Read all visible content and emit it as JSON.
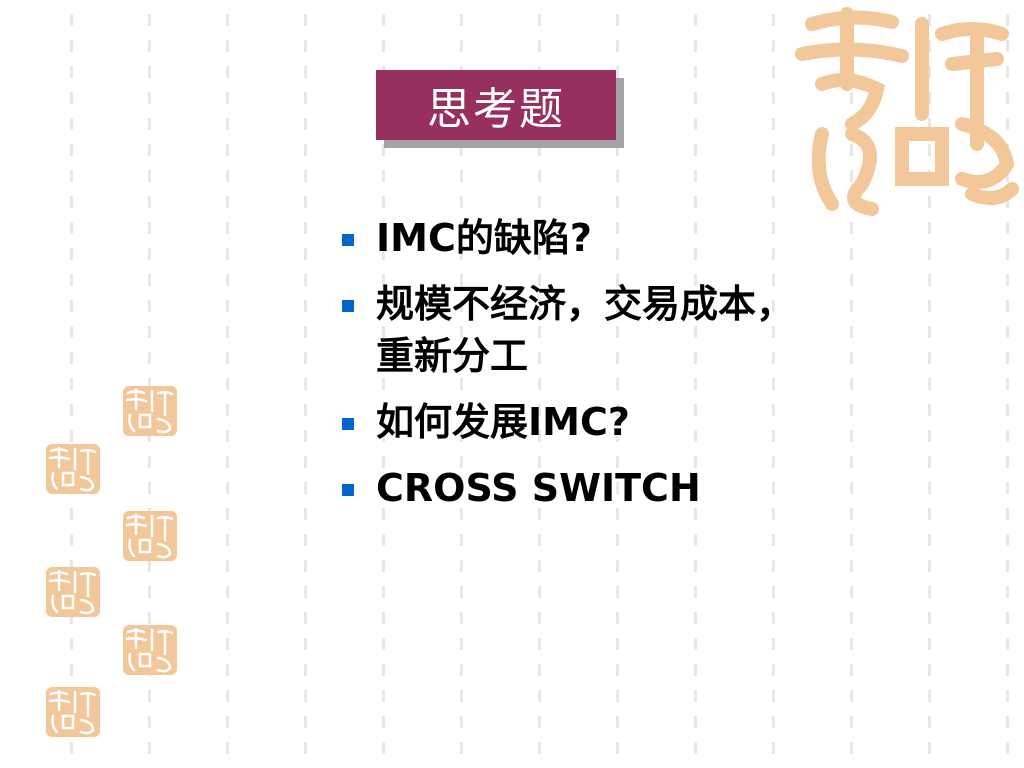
{
  "slide": {
    "title": "思考题",
    "bullets": [
      {
        "text": "IMC的缺陷?"
      },
      {
        "text": "规模不经济，交易成本，重新分工"
      },
      {
        "text": "如何发展IMC?"
      },
      {
        "text": "CROSS SWITCH"
      }
    ]
  },
  "colors": {
    "title_bg": "#98305f",
    "title_shadow": "#a4a4a4",
    "bullet_marker": "#0066cc",
    "seal": "#f2c79a"
  },
  "decorations": {
    "seal_icon_name": "ji-xiang-ru-yi-seal-icon",
    "seal_count_small": 6
  }
}
